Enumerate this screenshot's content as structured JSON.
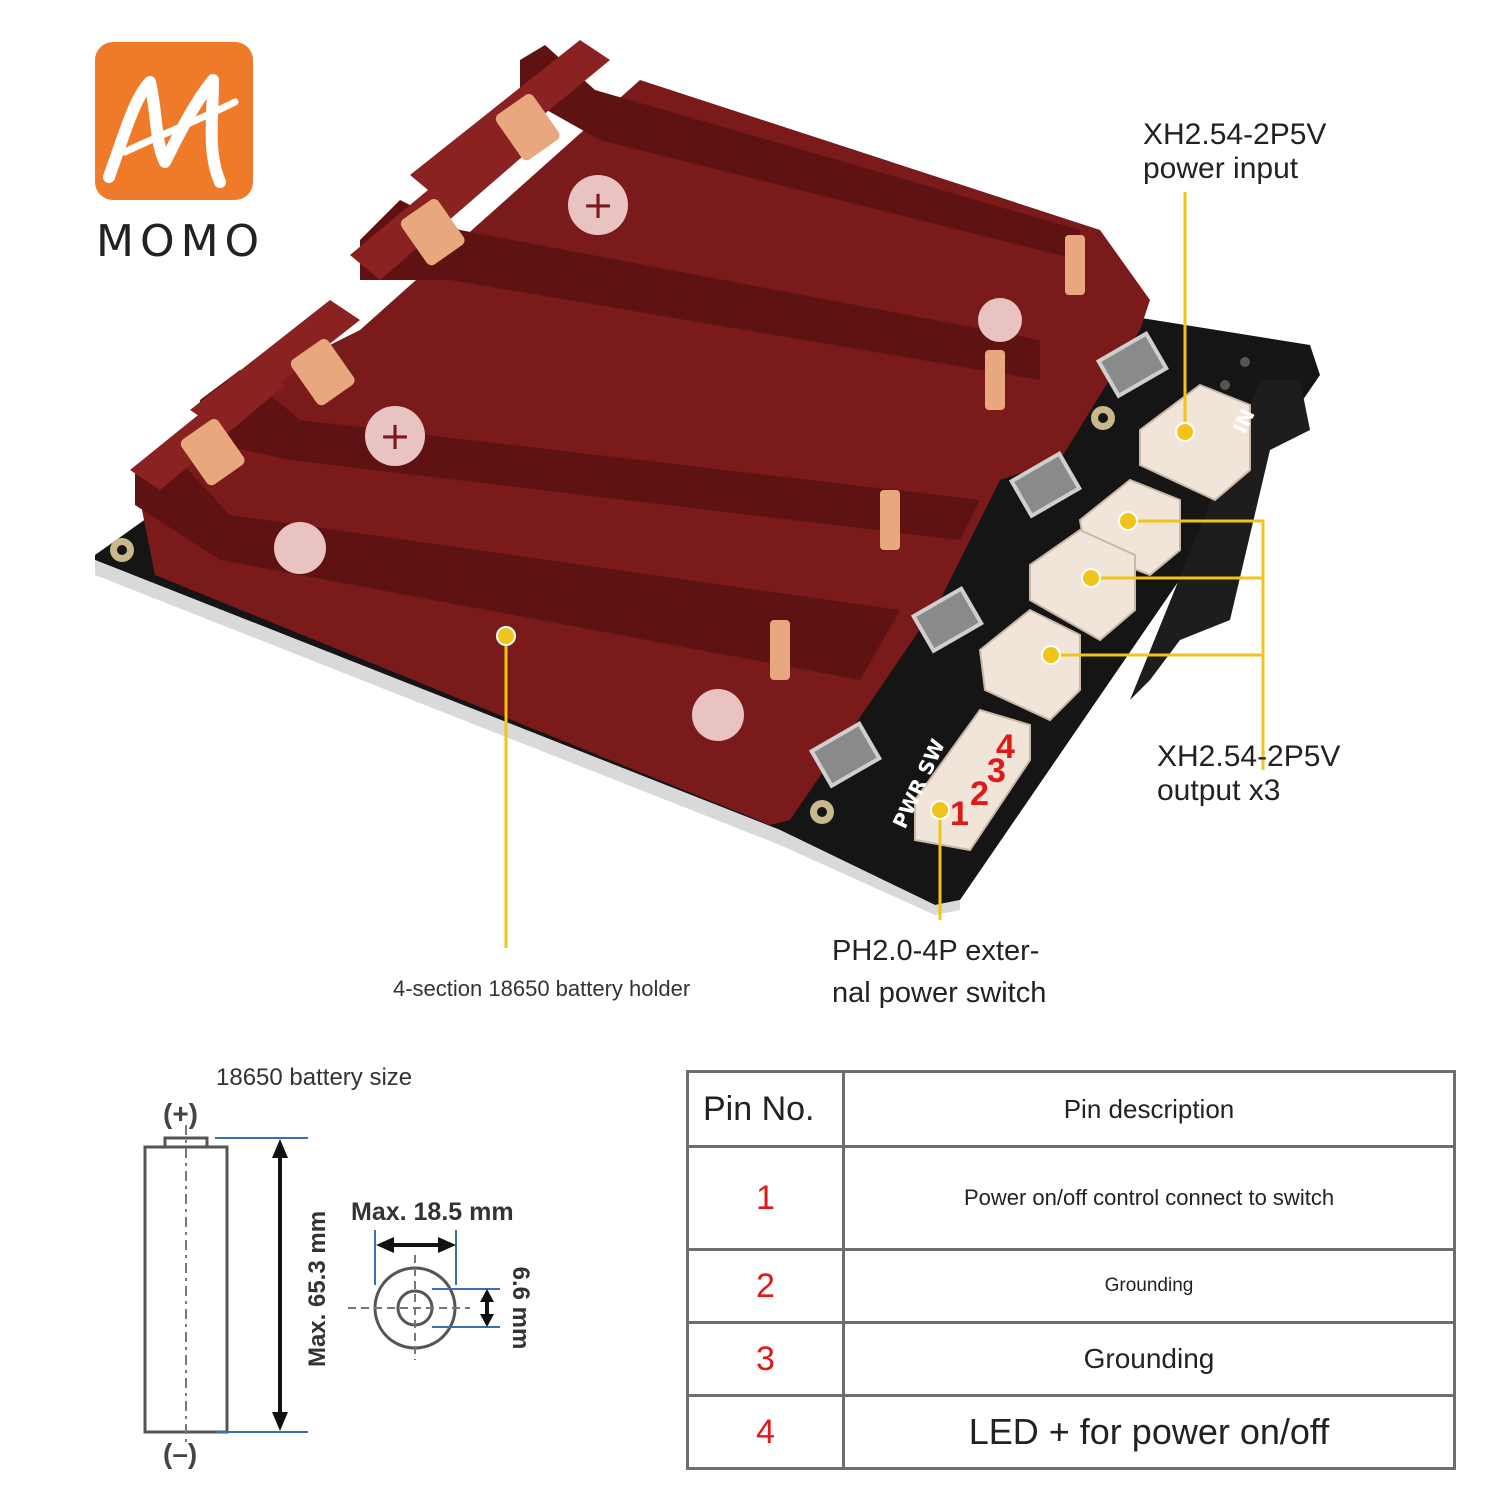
{
  "logo": {
    "brand": "MOMO"
  },
  "callouts": {
    "power_input": [
      "XH2.54-2P5V",
      "power input"
    ],
    "output": [
      "XH2.54-2P5V",
      "output x3"
    ],
    "switch": [
      "PH2.0-4P exter-",
      "nal power switch"
    ],
    "holder": "4-section 18650 battery holder"
  },
  "board": {
    "connector_numbers": [
      "1",
      "2",
      "3",
      "4"
    ],
    "label_in": "IN",
    "label_pwr": "PWR SW"
  },
  "battery": {
    "title": "18650 battery size",
    "plus": "(+)",
    "minus": "(–)",
    "length": "Max. 65.3 mm",
    "diameter": "Max. 18.5 mm",
    "terminal": "6.6 mm"
  },
  "pin_table": {
    "header_pin": "Pin No.",
    "header_desc": "Pin description",
    "rows": [
      {
        "pin": "1",
        "desc": "Power on/off control connect to switch"
      },
      {
        "pin": "2",
        "desc": "Grounding"
      },
      {
        "pin": "3",
        "desc": "Grounding"
      },
      {
        "pin": "4",
        "desc": "LED + for power on/off"
      }
    ]
  },
  "colors": {
    "holder": "#7a1a1a",
    "holder_dark": "#5e1212",
    "contacts": "#e9a77e",
    "pcb": "#151515",
    "connector": "#f1e4d8",
    "leader": "#f0c419",
    "pin_number": "#e01818",
    "logo": "#ef7a2a"
  }
}
